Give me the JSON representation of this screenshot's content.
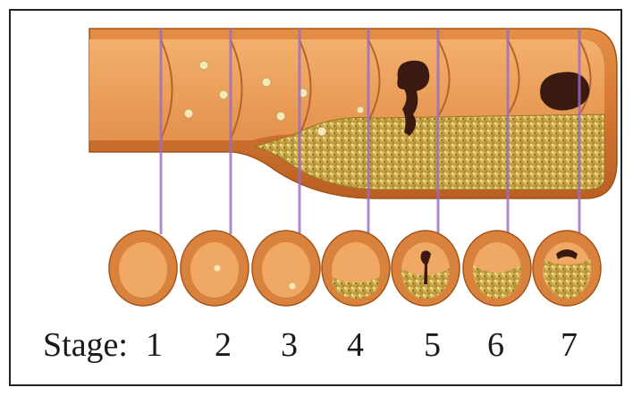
{
  "stage_prefix": "Stage:",
  "stages": [
    "1",
    "2",
    "3",
    "4",
    "5",
    "6",
    "7"
  ],
  "colors": {
    "artery_wall": "#d9823e",
    "artery_inner": "#f0a865",
    "plaque": "#c9a43a",
    "plaque_light": "#e9cf77",
    "clot": "#3a1a10",
    "connector": "#9b6cc4"
  }
}
